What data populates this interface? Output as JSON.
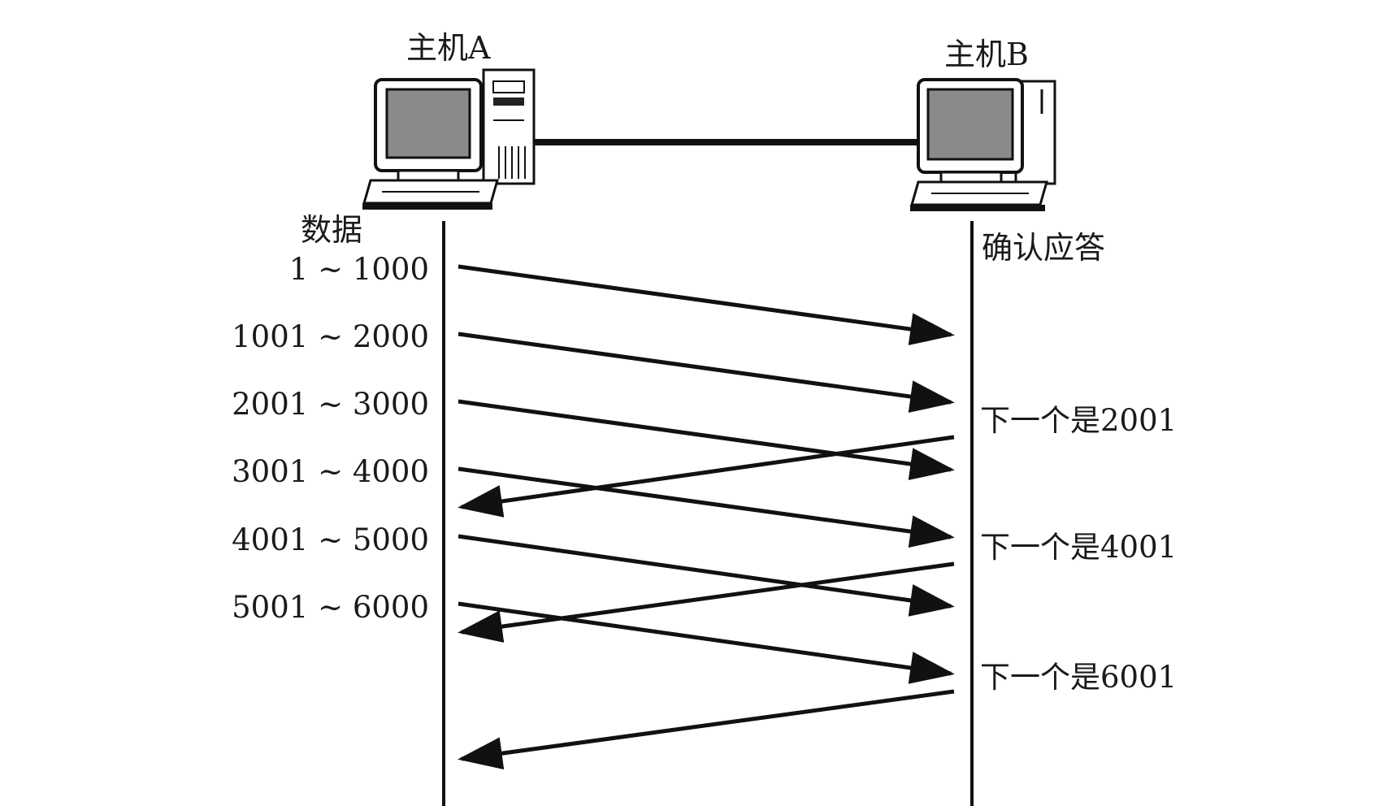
{
  "hosts": {
    "a": {
      "name": "主机A"
    },
    "b": {
      "name": "主机B"
    }
  },
  "sender": {
    "header": "数据",
    "segments": [
      "1 ~ 1000",
      "1001 ~ 2000",
      "2001 ~ 3000",
      "3001 ~ 4000",
      "4001 ~ 5000",
      "5001 ~ 6000"
    ]
  },
  "receiver": {
    "header": "确认应答",
    "acks": [
      "下一个是2001",
      "下一个是4001",
      "下一个是6001"
    ]
  }
}
